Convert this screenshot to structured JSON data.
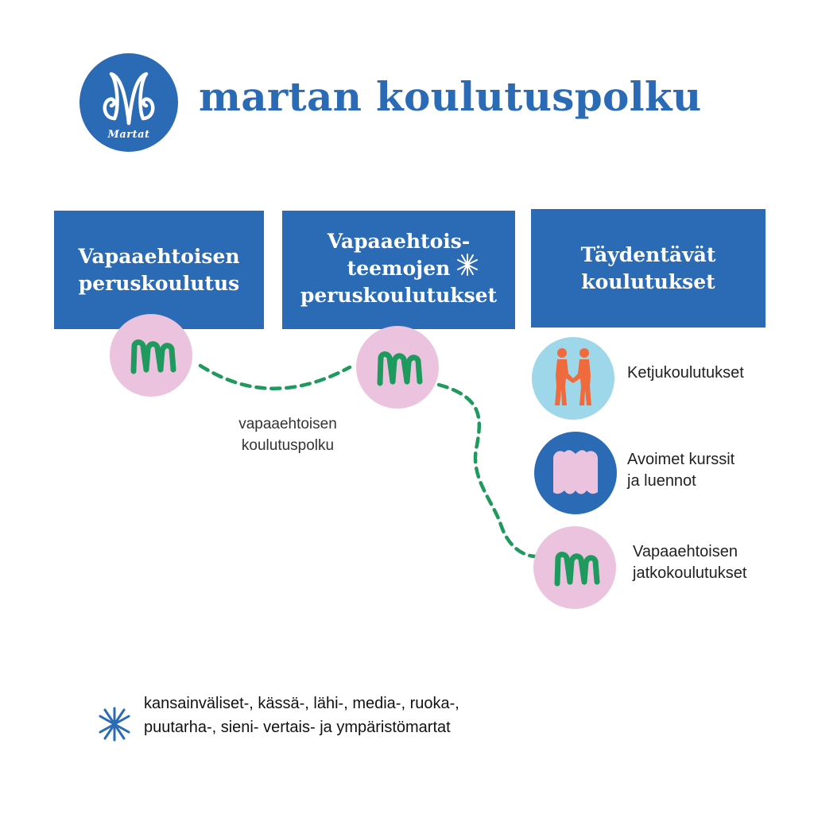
{
  "header": {
    "logo_text": "Martat",
    "title": "martan koulutuspolku"
  },
  "columns": [
    {
      "title": "Vapaaehtoisen\nperuskoulutus"
    },
    {
      "title": "Vapaaehtois-\nteemojen\nperuskoulutukset"
    },
    {
      "title": "Täydentävät\nkoulutukset"
    }
  ],
  "path_label": "vapaaehtoisen\nkoulutuspolku",
  "supplementary_items": [
    {
      "label": "Ketjukoulutukset",
      "icon": "handshake-people-icon"
    },
    {
      "label": "Avoimet kurssit\n ja luennot",
      "icon": "pink-m-icon"
    },
    {
      "label": "Vapaaehtoisen\njatkokoulutukset",
      "icon": "green-m-icon"
    }
  ],
  "footnote": {
    "icon": "asterisk-icon",
    "text": "kansainväliset-, kässä-, lähi-, media-, ruoka-,\npuutarha-, sieni- vertais- ja ympäristömartat"
  },
  "colors": {
    "brand_blue": "#2b6bb6",
    "badge_pink": "#ecc3df",
    "badge_cyan": "#9fd7ea",
    "path_green": "#1f9a5e",
    "figure_orange": "#ef6a3c"
  }
}
